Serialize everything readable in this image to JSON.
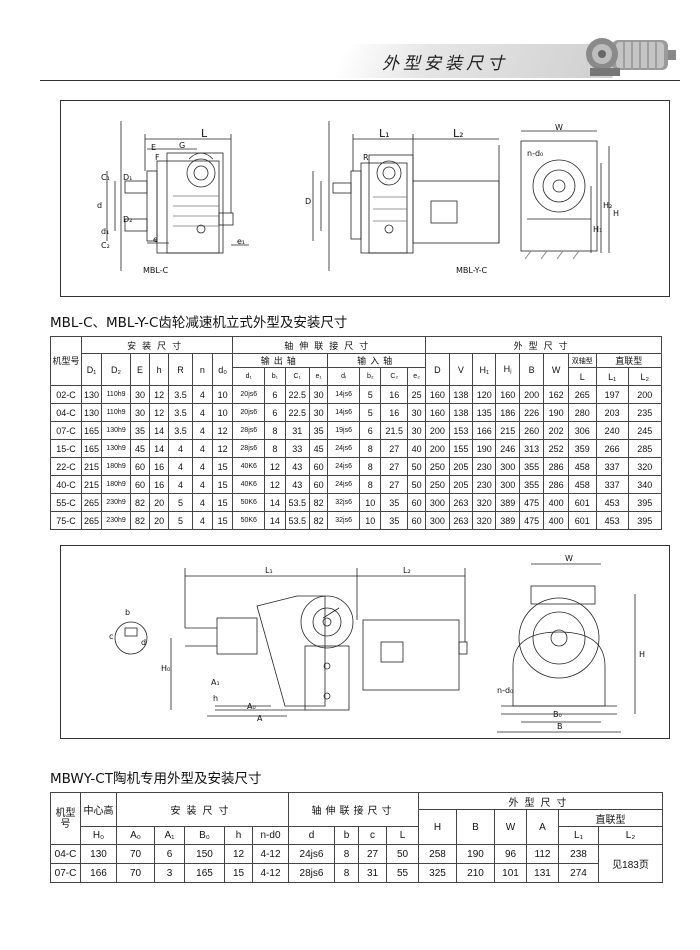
{
  "page_header": {
    "title": "外型安装尺寸"
  },
  "figure1": {
    "drawings": [
      "MBL-C",
      "MBL-Y-C"
    ],
    "dims": {
      "L": "L",
      "L1": "L₁",
      "L2": "L₂",
      "W": "W",
      "G": "G",
      "E": "E",
      "F": "F",
      "e": "e",
      "e1": "e₁",
      "c1": "C₁",
      "c2": "C₂",
      "d": "d",
      "d1": "d₁",
      "D1": "D₁",
      "D2": "D₂",
      "D": "D",
      "nd0": "n-d₀",
      "H": "H",
      "H1": "H₁",
      "H2": "H₂",
      "R": "R"
    }
  },
  "table1": {
    "title": "MBL-C、MBL-Y-C齿轮减速机立式外型及安装尺寸",
    "h": {
      "model": "机型号",
      "install": "安装尺寸",
      "shaft": "轴伸联接尺寸",
      "outline": "外型尺寸",
      "output": "输出轴",
      "input": "输入轴",
      "dual": "双轴型",
      "direct": "直联型",
      "D1": "D₁",
      "D2": "D₂",
      "E": "E",
      "h": "h",
      "R": "R",
      "n": "n",
      "d0": "d₀",
      "d1": "d₁",
      "b1": "b₁",
      "C1": "C₁",
      "e1": "e₁",
      "di": "dᵢ",
      "b2": "b₂",
      "C2": "C₂",
      "e2": "e₂",
      "D": "D",
      "V": "V",
      "H1": "H₁",
      "Hj": "Hⱼ",
      "B": "B",
      "W": "W",
      "L": "L",
      "L1": "L₁",
      "L2": "L₂"
    },
    "rows": [
      [
        "02-C",
        "130",
        "110h9",
        "30",
        "12",
        "3.5",
        "4",
        "10",
        "20js6",
        "6",
        "22.5",
        "30",
        "14js6",
        "5",
        "16",
        "25",
        "160",
        "138",
        "120",
        "160",
        "200",
        "162",
        "265",
        "197",
        "200"
      ],
      [
        "04-C",
        "130",
        "110h9",
        "30",
        "12",
        "3.5",
        "4",
        "10",
        "20js6",
        "6",
        "22.5",
        "30",
        "14js6",
        "5",
        "16",
        "30",
        "160",
        "138",
        "135",
        "186",
        "226",
        "190",
        "280",
        "203",
        "235"
      ],
      [
        "07-C",
        "165",
        "130h9",
        "35",
        "14",
        "3.5",
        "4",
        "12",
        "28js6",
        "8",
        "31",
        "35",
        "19js6",
        "6",
        "21.5",
        "30",
        "200",
        "153",
        "166",
        "215",
        "260",
        "202",
        "306",
        "240",
        "245"
      ],
      [
        "15-C",
        "165",
        "130h9",
        "45",
        "14",
        "4",
        "4",
        "12",
        "28js6",
        "8",
        "33",
        "45",
        "24js6",
        "8",
        "27",
        "40",
        "200",
        "155",
        "190",
        "246",
        "313",
        "252",
        "359",
        "266",
        "285"
      ],
      [
        "22-C",
        "215",
        "180h9",
        "60",
        "16",
        "4",
        "4",
        "15",
        "40K6",
        "12",
        "43",
        "60",
        "24js6",
        "8",
        "27",
        "50",
        "250",
        "205",
        "230",
        "300",
        "355",
        "286",
        "458",
        "337",
        "320"
      ],
      [
        "40-C",
        "215",
        "180h9",
        "60",
        "16",
        "4",
        "4",
        "15",
        "40K6",
        "12",
        "43",
        "60",
        "24js6",
        "8",
        "27",
        "50",
        "250",
        "205",
        "230",
        "300",
        "355",
        "286",
        "458",
        "337",
        "340"
      ],
      [
        "55-C",
        "265",
        "230h9",
        "82",
        "20",
        "5",
        "4",
        "15",
        "50K6",
        "14",
        "53.5",
        "82",
        "32js6",
        "10",
        "35",
        "60",
        "300",
        "263",
        "320",
        "389",
        "475",
        "400",
        "601",
        "453",
        "395"
      ],
      [
        "75-C",
        "265",
        "230h9",
        "82",
        "20",
        "5",
        "4",
        "15",
        "50K6",
        "14",
        "53.5",
        "82",
        "32js6",
        "10",
        "35",
        "60",
        "300",
        "263",
        "320",
        "389",
        "475",
        "400",
        "601",
        "453",
        "395"
      ]
    ]
  },
  "figure2": {
    "dims": {
      "L1": "L₁",
      "L2": "L₂",
      "W": "W",
      "H": "H",
      "H0": "H₀",
      "A": "A",
      "A0": "A₀",
      "A1": "A₁",
      "B": "B",
      "B0": "B₀",
      "b": "b",
      "c": "c",
      "d": "d",
      "h": "h",
      "nd0": "n-d₀"
    }
  },
  "table2": {
    "title": "MBWY-CT陶机专用外型及安装尺寸",
    "h": {
      "model": "机型号",
      "center": "中心高",
      "install": "安装尺寸",
      "shaft": "轴伸联接尺寸",
      "outline": "外型尺寸",
      "direct": "直联型",
      "H0": "H₀",
      "A0": "A₀",
      "A1": "A₁",
      "B0": "B₀",
      "h": "h",
      "nd0": "n-d0",
      "d": "d",
      "b": "b",
      "c": "c",
      "L": "L",
      "H": "H",
      "B": "B",
      "W": "W",
      "A": "A",
      "L1": "L₁",
      "L2": "L₂"
    },
    "note": "见183页",
    "rows": [
      [
        "04-C",
        "130",
        "70",
        "6",
        "150",
        "12",
        "4-12",
        "24js6",
        "8",
        "27",
        "50",
        "258",
        "190",
        "96",
        "112",
        "238"
      ],
      [
        "07-C",
        "166",
        "70",
        "3",
        "165",
        "15",
        "4-12",
        "28js6",
        "8",
        "31",
        "55",
        "325",
        "210",
        "101",
        "131",
        "274"
      ]
    ]
  }
}
